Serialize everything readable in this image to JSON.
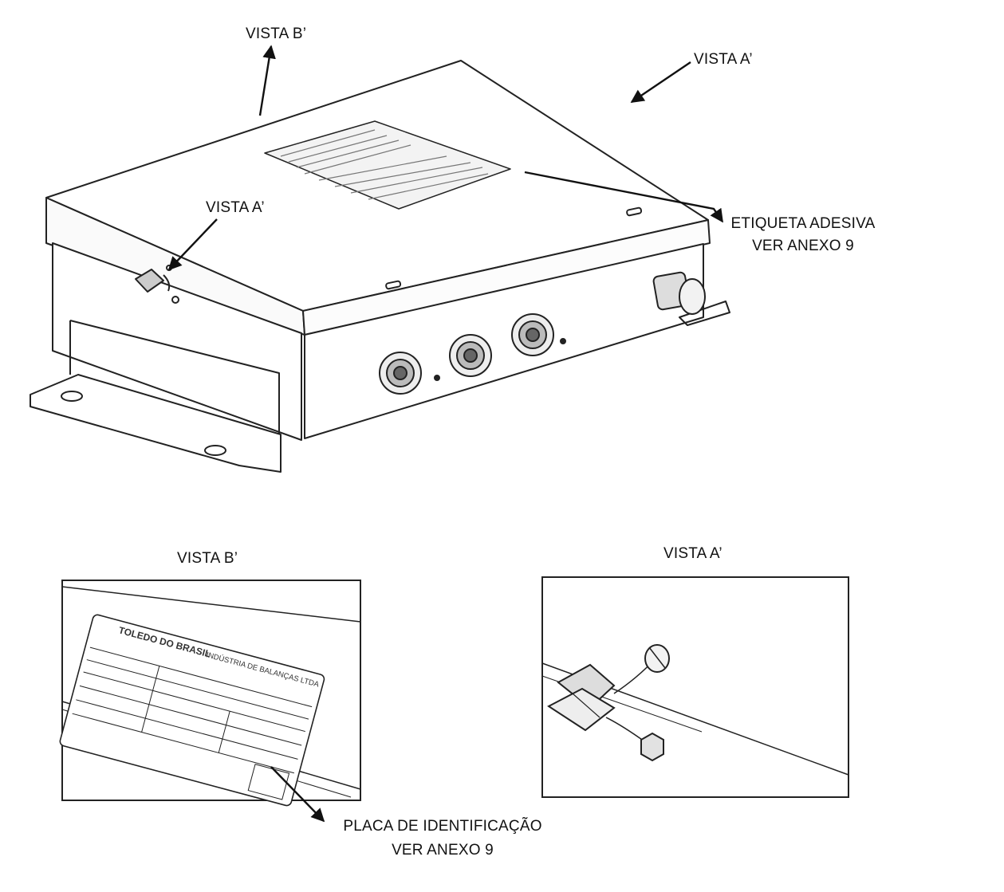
{
  "diagram": {
    "callouts": {
      "vista_b_top": "VISTA B’",
      "vista_a_top_right": "VISTA A’",
      "vista_a_left": "VISTA A’",
      "etiqueta_line1": "ETIQUETA ADESIVA",
      "etiqueta_line2": "VER ANEXO 9",
      "placa_line1": "PLACA DE IDENTIFICAÇÃO",
      "placa_line2": "VER ANEXO 9"
    },
    "detail_views": {
      "vista_b_title": "VISTA B’",
      "vista_a_title": "VISTA A’"
    },
    "plate": {
      "company": "TOLEDO DO BRASIL",
      "company_full": "INDÚSTRIA DE BALANÇAS LTDA"
    },
    "colors": {
      "line": "#222222",
      "background": "#ffffff"
    }
  }
}
